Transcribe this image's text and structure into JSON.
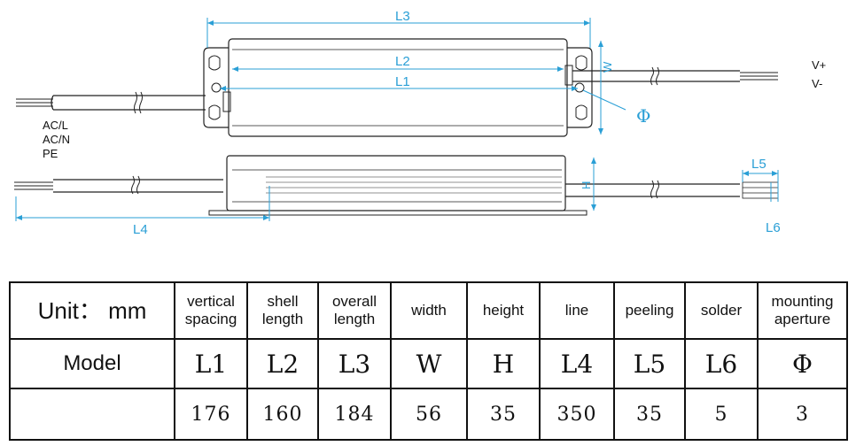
{
  "drawing": {
    "dims": {
      "L1": "L1",
      "L2": "L2",
      "L3": "L3",
      "L4": "L4",
      "L5": "L5",
      "L6": "L6",
      "W": "W",
      "H": "H",
      "phi": "Φ"
    },
    "input_wires": [
      "AC/L",
      "AC/N",
      "PE"
    ],
    "output_wires": [
      "V+",
      "V-"
    ]
  },
  "table": {
    "unit_label": "Unit： mm",
    "model_label": "Model",
    "columns": [
      {
        "header": [
          "vertical",
          "spacing"
        ],
        "symbol": "L1",
        "value": "176"
      },
      {
        "header": [
          "shell",
          "length"
        ],
        "symbol": "L2",
        "value": "160"
      },
      {
        "header": [
          "overall",
          "length"
        ],
        "symbol": "L3",
        "value": "184"
      },
      {
        "header": [
          "width"
        ],
        "symbol": "W",
        "value": "56"
      },
      {
        "header": [
          "height"
        ],
        "symbol": "H",
        "value": "35"
      },
      {
        "header": [
          "line"
        ],
        "symbol": "L4",
        "value": "350"
      },
      {
        "header": [
          "peeling"
        ],
        "symbol": "L5",
        "value": "35"
      },
      {
        "header": [
          "solder"
        ],
        "symbol": "L6",
        "value": "5"
      },
      {
        "header": [
          "mounting",
          "aperture"
        ],
        "symbol": "Φ",
        "value": "3"
      }
    ]
  }
}
